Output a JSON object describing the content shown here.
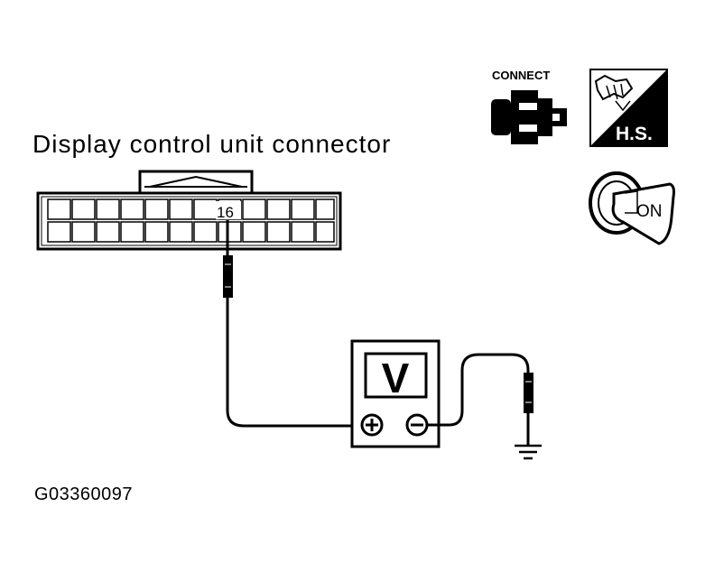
{
  "connector": {
    "title": "Display control unit connector",
    "pin_label": "16"
  },
  "icons": {
    "connect_label": "CONNECT",
    "hs_label": "H.S.",
    "ignition_label": "ON"
  },
  "meter": {
    "label": "V"
  },
  "figure_id": "G03360097"
}
